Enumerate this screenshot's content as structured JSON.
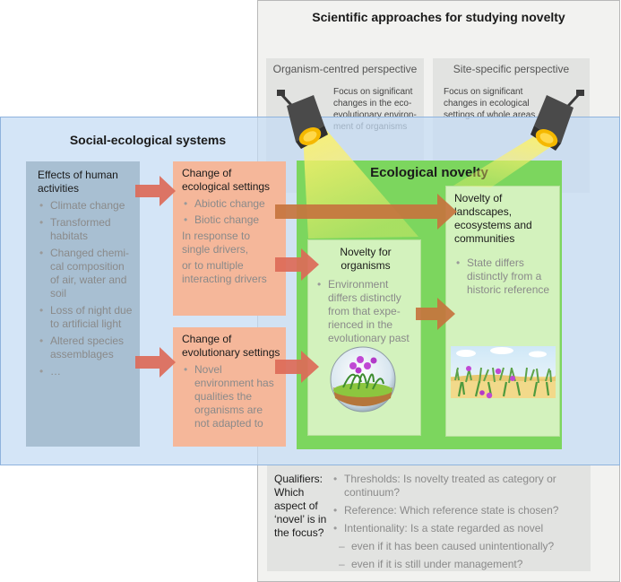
{
  "approaches": {
    "title": "Scientific approaches for studying novelty",
    "organism": {
      "header": "Organism-centred perspective",
      "text": "Focus on significant changes in the eco-evolutionary environ-ment of organisms"
    },
    "site": {
      "header": "Site-specific perspective",
      "text": "Focus on significant changes in ecological settings of whole areas"
    }
  },
  "ses": {
    "title": "Social-ecological systems"
  },
  "human": {
    "title": "Effects of human activities",
    "items": [
      "Climate change",
      "Transformed habitats",
      "Changed chemi-cal composition of air, water and soil",
      "Loss of night due to artificial light",
      "Altered species assemblages",
      "…"
    ]
  },
  "ecol_settings": {
    "title": "Change of ecological settings",
    "items": [
      "Abiotic change",
      "Biotic change"
    ],
    "note1": "In response to single drivers,",
    "note2": "or to multiple interacting drivers"
  },
  "evo_settings": {
    "title": "Change of evolutionary settings",
    "items": [
      "Novel environment has qualities the organisms are not adapted to"
    ]
  },
  "eco_novelty": {
    "title": "Ecological novelty"
  },
  "organisms": {
    "title": "Novelty for organisms",
    "items": [
      "Environment differs distinctly from that expe-rienced in the evolutionary past"
    ]
  },
  "landscapes": {
    "title": "Novelty of landscapes, ecosystems and communities",
    "items": [
      "State differs distinctly from a historic reference"
    ]
  },
  "qualifiers": {
    "label": "Qualifiers: Which aspect of ‘novel’ is in the focus?",
    "items": [
      "Thresholds: Is novelty treated as category or continuum?",
      "Reference: Which reference state is chosen?",
      "Intentionality: Is a state regarded as novel"
    ],
    "subitems": [
      "even if it has been caused unintentionally?",
      "even if it is still under management?"
    ]
  },
  "colors": {
    "ses_bg": "#d7e6f7",
    "ses_border": "#8fb3dd",
    "approaches_bg": "#f2f2f0",
    "perspective_bg": "#e2e3e1",
    "human_box": "#a8bfd2",
    "settings_box": "#f5b79a",
    "eco_outer": "#7cd65e",
    "eco_inner": "#d3f2bd",
    "arrow_red": "#dc6a58",
    "arrow_brown": "#c6743e",
    "light_beam": "#fbf16b"
  }
}
